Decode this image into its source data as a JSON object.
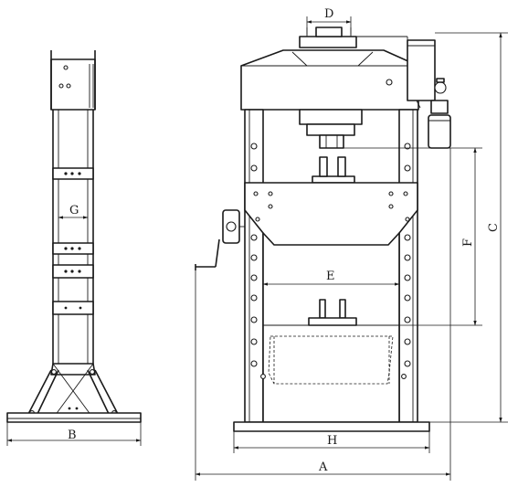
{
  "drawing": {
    "side_view": {
      "dimensions": {
        "width_label": "G",
        "base_label": "B"
      }
    },
    "front_view": {
      "dimensions": {
        "cylinder_label": "D",
        "total_height_label": "C",
        "stroke_label": "F",
        "table_width_label": "E",
        "base_width_label": "H",
        "total_width_label": "A"
      }
    }
  }
}
